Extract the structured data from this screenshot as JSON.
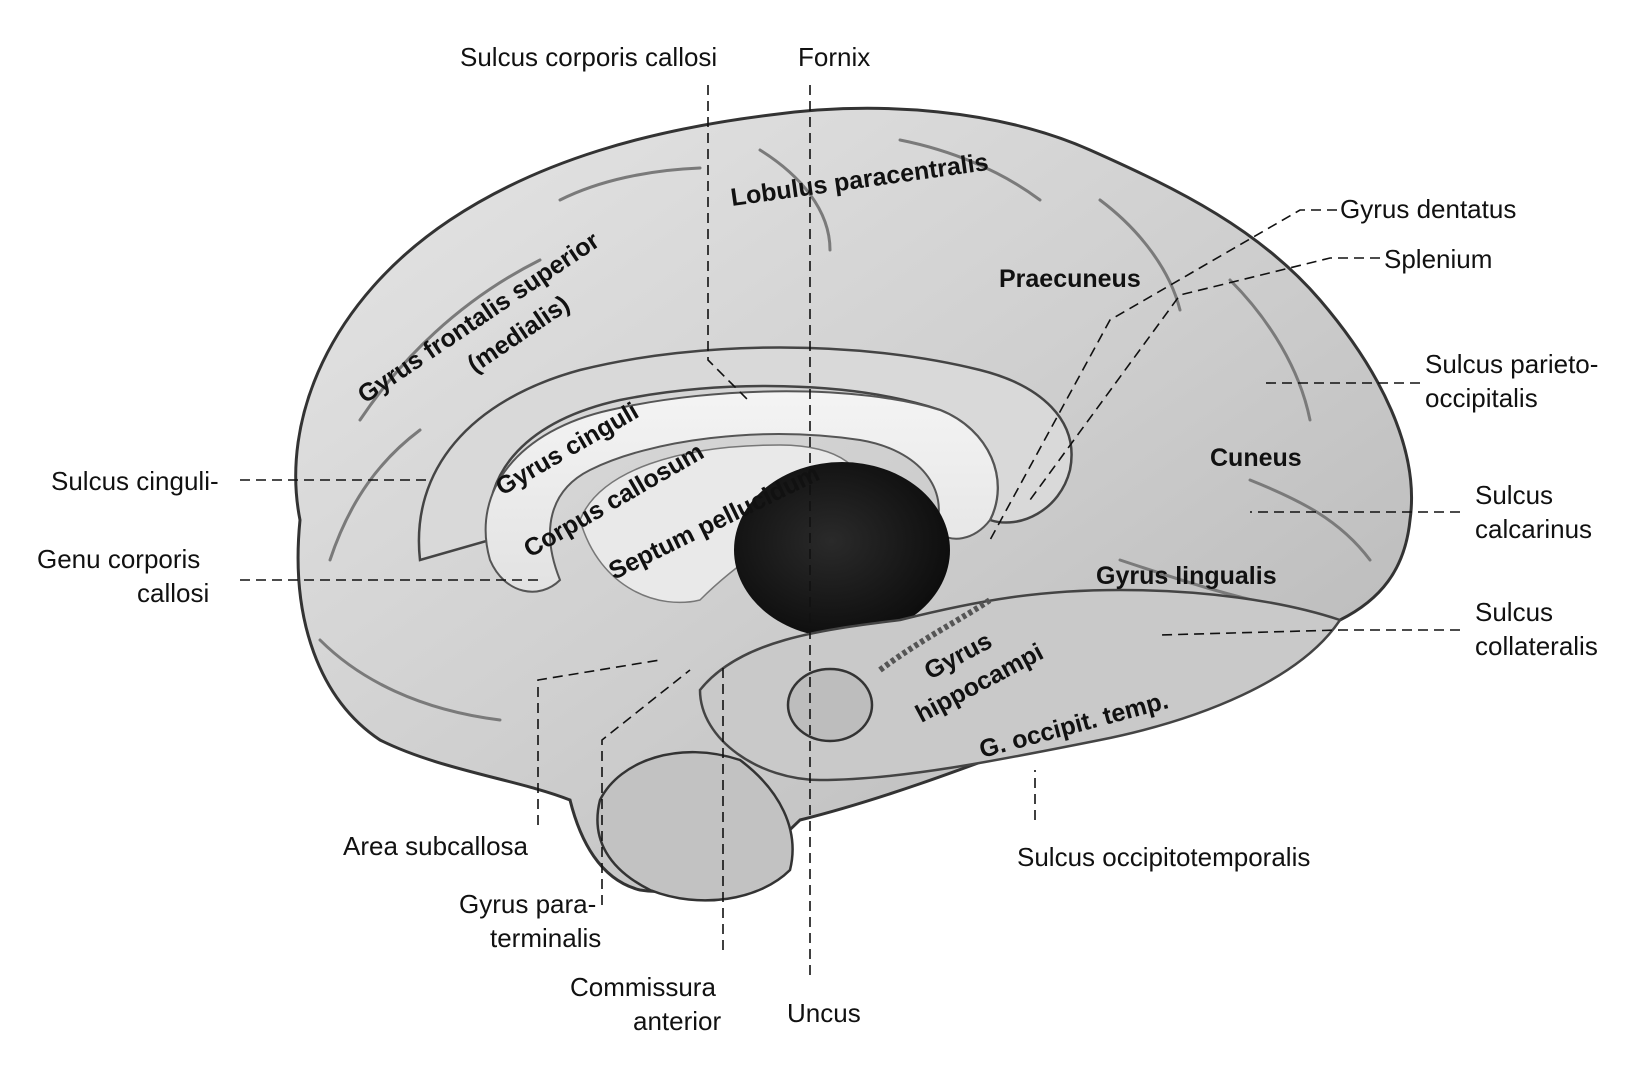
{
  "figure": {
    "outer_labels": {
      "sulcus_corporis_callosi": [
        "Sulcus corporis callosi"
      ],
      "fornix": [
        "Fornix"
      ],
      "gyrus_dentatus": [
        "Gyrus dentatus"
      ],
      "splenium": [
        "Splenium"
      ],
      "sulcus_parieto_occipitalis": [
        "Sulcus parieto-",
        "occipitalis"
      ],
      "sulcus_calcarinus": [
        "Sulcus",
        "calcarinus"
      ],
      "sulcus_collateralis": [
        "Sulcus",
        "collateralis"
      ],
      "sulcus_occipitotemporalis": [
        "Sulcus occipitotemporalis"
      ],
      "uncus": [
        "Uncus"
      ],
      "commissura_anterior": [
        "Commissura",
        "anterior"
      ],
      "gyrus_paraterminalis": [
        "Gyrus para-",
        "terminalis"
      ],
      "area_subcallosa": [
        "Area subcallosa"
      ],
      "genu_corporis_callosi": [
        "Genu corporis",
        "callosi"
      ],
      "sulcus_cinguli": [
        "Sulcus cinguli-"
      ]
    },
    "inner_labels": {
      "lobulus_paracentralis": [
        "Lobulus paracentralis"
      ],
      "gyrus_frontalis_superior": [
        "Gyrus frontalis superior",
        "(medialis)"
      ],
      "praecuneus": [
        "Praecuneus"
      ],
      "gyrus_cinguli": [
        "Gyrus cinguli"
      ],
      "corpus_callosum": [
        "Corpus callosum"
      ],
      "septum_pellucidum": [
        "Septum pellucidum"
      ],
      "cuneus": [
        "Cuneus"
      ],
      "gyrus_lingualis": [
        "Gyrus lingualis"
      ],
      "gyrus_hippocampi": [
        "Gyrus",
        "hippocampi"
      ],
      "g_occipit_temp": [
        "G. occipit. temp."
      ]
    }
  }
}
